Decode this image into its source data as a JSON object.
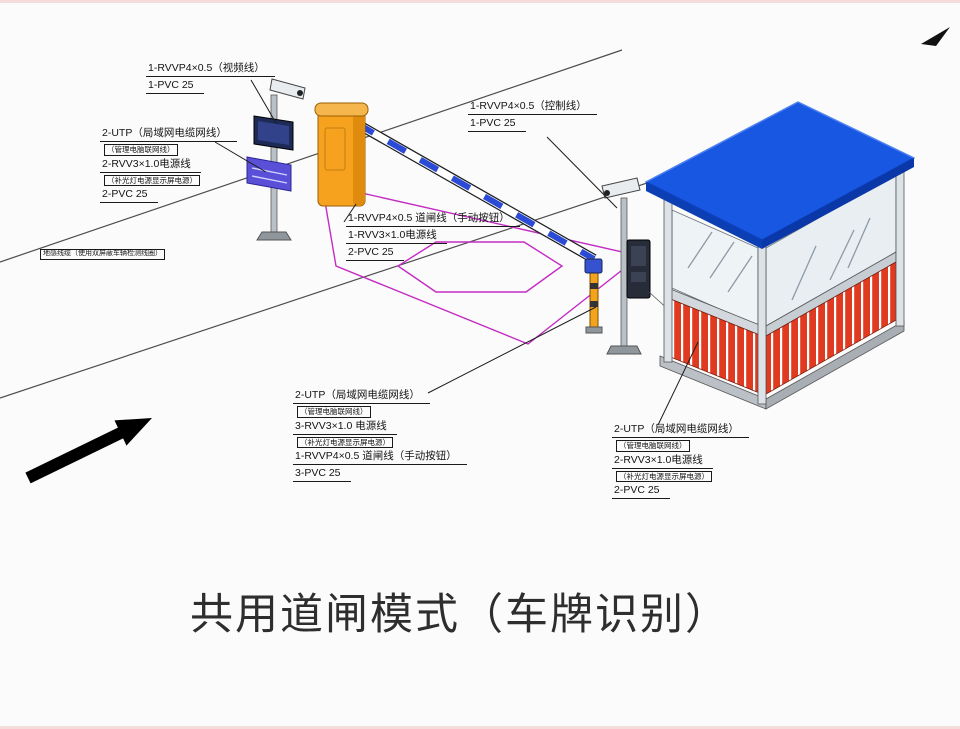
{
  "title": "共用道闸模式（车牌识别）",
  "labels": {
    "cam1": {
      "l1": "1-RVVP4×0.5（视频线）",
      "l2": "1-PVC 25"
    },
    "utp_left": {
      "l1": "2-UTP（局域网电缆网线）",
      "l2": "（管理电脑联网线）",
      "l3": "2-RVV3×1.0电源线",
      "l4": "（补光灯电源显示屏电源）",
      "l5": "2-PVC 25"
    },
    "ground_loop": {
      "l1": "地感线缆（使用双屏蔽车辆检测线圈）"
    },
    "ctrl_top": {
      "l1": "1-RVVP4×0.5（控制线）",
      "l2": "1-PVC 25"
    },
    "barrier_mid": {
      "l1": "1-RVVP4×0.5 道闸线（手动按钮）",
      "l2": "1-RVV3×1.0电源线",
      "l3": "2-PVC 25"
    },
    "utp_bottom": {
      "l1": "2-UTP（局域网电缆网线）",
      "l2": "（管理电脑联网线）",
      "l3": "3-RVV3×1.0 电源线",
      "l4": "（补光灯电源显示屏电源）",
      "l5": "1-RVVP4×0.5 道闸线（手动按钮）",
      "l6": "3-PVC 25"
    },
    "utp_right": {
      "l1": "2-UTP（局域网电缆网线）",
      "l2": "（管理电脑联网线）",
      "l3": "2-RVV3×1.0电源线",
      "l4": "（补光灯电源显示屏电源）",
      "l5": "2-PVC 25"
    }
  },
  "colors": {
    "roof_blue": "#1757e2",
    "roof_edge": "#0c3eb4",
    "machine_orange": "#f7a21e",
    "booth_red": "#e03b20",
    "zone_magenta": "#c32cc3",
    "arm_blue": "#2b4bd7",
    "pole_gray": "#b9c0c6"
  }
}
